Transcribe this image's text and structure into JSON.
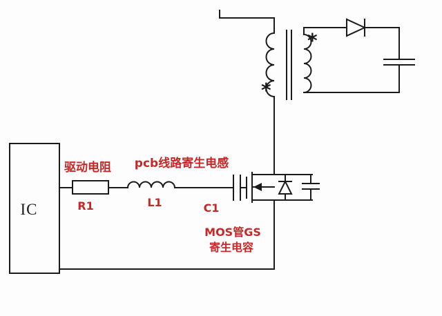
{
  "diagram": {
    "colors": {
      "background": "#fdfdfd",
      "line": "#1a1a1a",
      "label": "#c62828"
    },
    "components": {
      "ic_label": "IC",
      "r1_ref": "R1",
      "l1_ref": "L1",
      "c1_ref": "C1"
    },
    "annotations": {
      "drive_resistor": "驱动电阻",
      "pcb_parasitic_inductance": "pcb线路寄生电感",
      "mos_gs_line1": "MOS管GS",
      "mos_gs_line2": "寄生电容"
    },
    "polarity_marks": {
      "primary": "*",
      "secondary": "*"
    },
    "icons": [
      "resistor-icon",
      "inductor-icon",
      "capacitor-icon",
      "mosfet-icon",
      "diode-icon",
      "transformer-icon"
    ]
  }
}
